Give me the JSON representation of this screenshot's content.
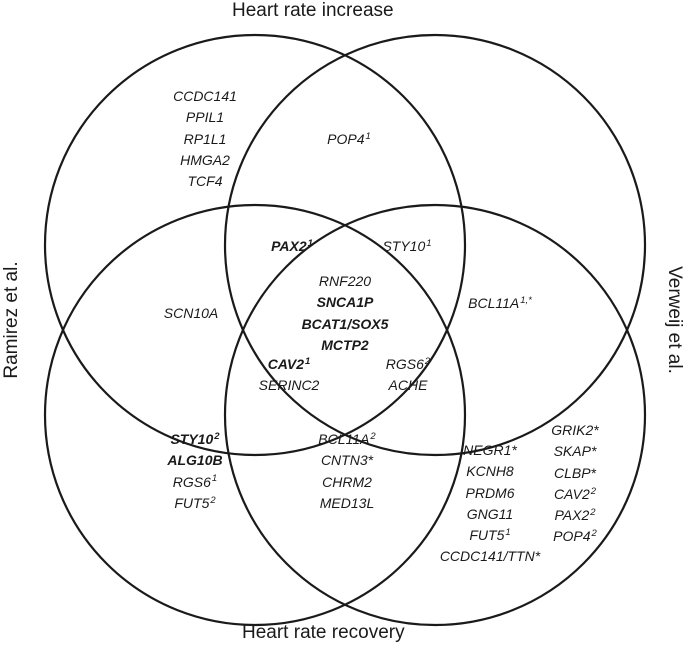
{
  "labels": {
    "top": "Heart rate increase",
    "bottom": "Heart rate recovery",
    "left": "Ramirez et al.",
    "right": "Verweij et al."
  },
  "regions": [
    {
      "id": "increase-only",
      "genes": [
        {
          "name": "CCDC141"
        },
        {
          "name": "PPIL1"
        },
        {
          "name": "RP1L1"
        },
        {
          "name": "HMGA2"
        },
        {
          "name": "TCF4"
        }
      ]
    },
    {
      "id": "increase-verweij",
      "genes": [
        {
          "name": "POP4",
          "sup": "1"
        }
      ]
    },
    {
      "id": "increase-ramirez",
      "genes": [
        {
          "name": "PAX2",
          "sup": "1",
          "bold": true
        }
      ]
    },
    {
      "id": "increase-ramirez-verweij",
      "genes": [
        {
          "name": "STY10",
          "sup": "1"
        }
      ]
    },
    {
      "id": "ramirez-only",
      "genes": [
        {
          "name": "SCN10A"
        }
      ]
    },
    {
      "id": "center",
      "genes": [
        {
          "name": "RNF220"
        },
        {
          "name": "SNCA1P",
          "bold": true
        },
        {
          "name": "BCAT1/SOX5",
          "bold": true
        },
        {
          "name": "MCTP2",
          "bold": true
        }
      ]
    },
    {
      "id": "verweij-only",
      "genes": [
        {
          "name": "BCL11A",
          "sup": "1,*"
        }
      ]
    },
    {
      "id": "ramirez-recovery-increase",
      "genes": [
        {
          "name": "CAV2",
          "sup": "1",
          "bold": true
        },
        {
          "name": "SERINC2"
        }
      ]
    },
    {
      "id": "verweij-recovery-increase",
      "genes": [
        {
          "name": "RGS6",
          "sup": "2"
        },
        {
          "name": "ACHE"
        }
      ]
    },
    {
      "id": "ramirez-recovery",
      "genes": [
        {
          "name": "STY10",
          "sup": "2",
          "bold": true
        },
        {
          "name": "ALG10B",
          "bold": true
        },
        {
          "name": "RGS6",
          "sup": "1"
        },
        {
          "name": "FUT5",
          "sup": "2"
        }
      ]
    },
    {
      "id": "ramirez-verweij-recovery",
      "genes": [
        {
          "name": "BCL11A",
          "sup": "2"
        },
        {
          "name": "CNTN3*"
        },
        {
          "name": "CHRM2"
        },
        {
          "name": "MED13L"
        }
      ]
    },
    {
      "id": "verweij-recovery-a",
      "genes": [
        {
          "name": "NEGR1*"
        },
        {
          "name": "KCNH8"
        },
        {
          "name": "PRDM6"
        },
        {
          "name": "GNG11"
        },
        {
          "name": "FUT5",
          "sup": "1"
        },
        {
          "name": "CCDC141/TTN*"
        }
      ]
    },
    {
      "id": "verweij-recovery-b",
      "genes": [
        {
          "name": "GRIK2*"
        },
        {
          "name": "SKAP*"
        },
        {
          "name": "CLBP*"
        },
        {
          "name": "CAV2",
          "sup": "2"
        },
        {
          "name": "PAX2",
          "sup": "2"
        },
        {
          "name": "POP4",
          "sup": "2"
        }
      ]
    }
  ]
}
